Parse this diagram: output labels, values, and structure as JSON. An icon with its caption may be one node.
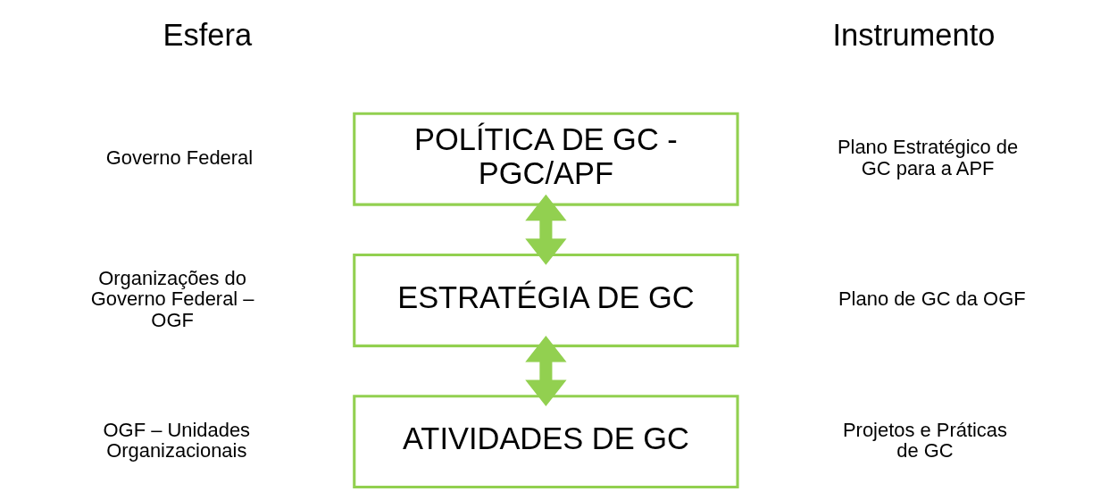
{
  "diagram": {
    "nodes": [
      {
        "text": [
          "POLÍTICA DE GC - PGC/APF"
        ]
      },
      {
        "text": [
          "ESTRATÉGIA DE GC"
        ]
      },
      {
        "text": [
          "ATIVIDADES DE GC"
        ]
      }
    ],
    "edges": [
      {
        "from": 0,
        "to": 1,
        "arrow": "both"
      },
      {
        "from": 1,
        "to": 2,
        "arrow": "both"
      }
    ],
    "labels": [
      "Esfera",
      "Instrumento",
      "Governo Federal",
      "Plano Estratégico de GC para a APF",
      "Organizações do Governo Federal – OGF",
      "Plano de GC da OGF",
      "OGF – Unidades Organizacionais",
      "Projetos e Práticas de GC"
    ]
  }
}
